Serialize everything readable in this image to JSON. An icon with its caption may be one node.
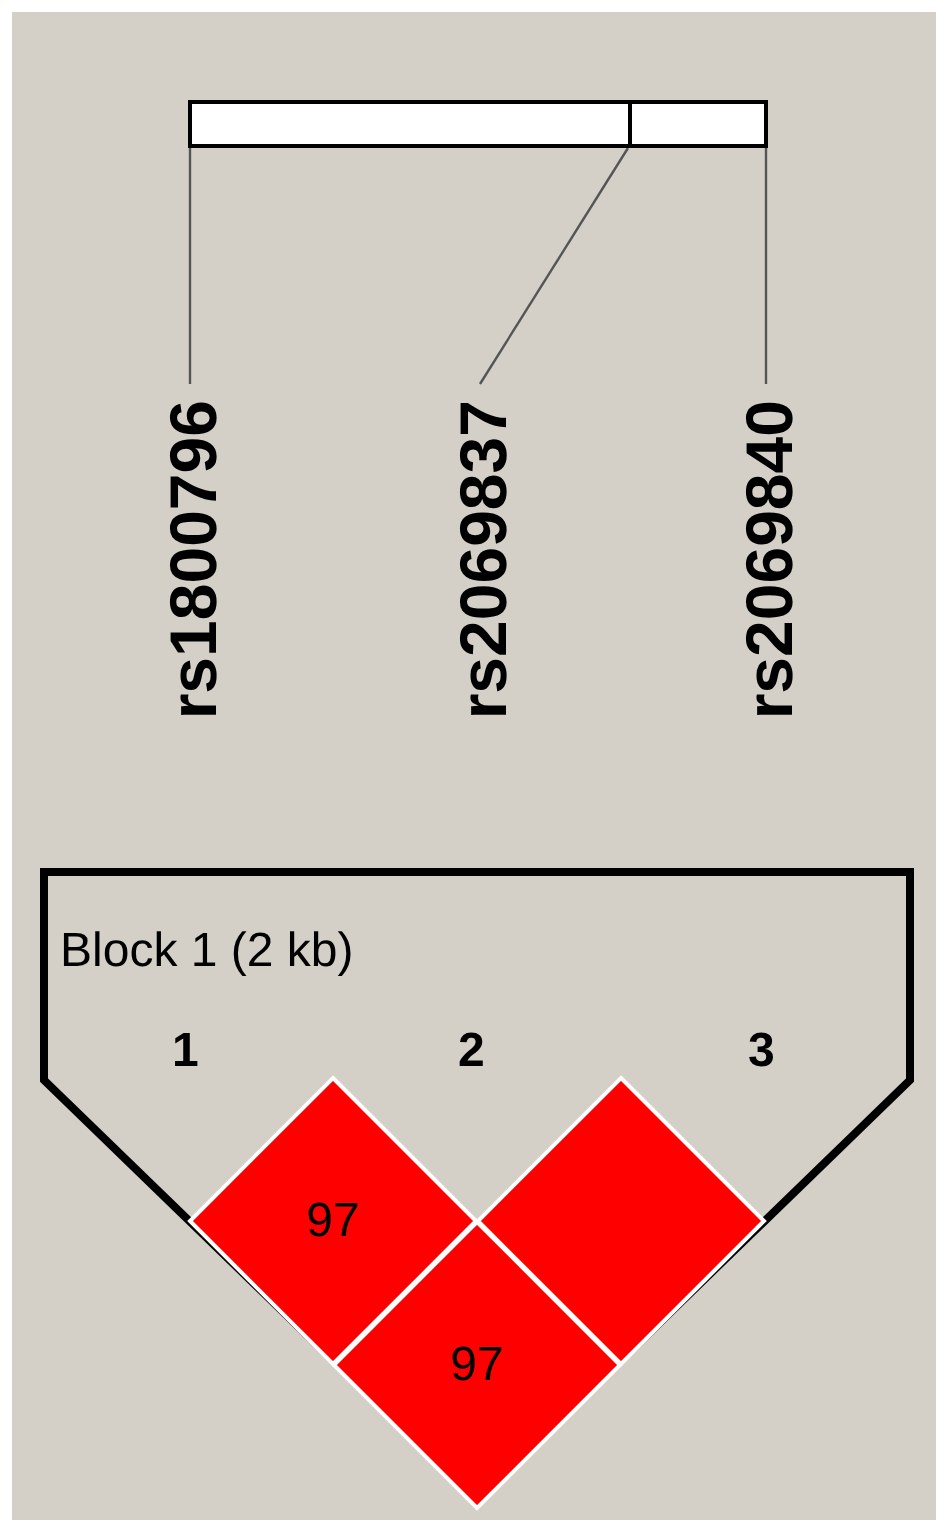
{
  "diagram": {
    "nodes": [
      {
        "text": [],
        "shape": "bar"
      },
      {
        "text": [
          "rs1800796"
        ]
      },
      {
        "text": [
          "rs2069837"
        ]
      },
      {
        "text": [
          "rs2069840"
        ]
      },
      {
        "text": [
          "Block 1 (2 kb)"
        ]
      },
      {
        "text": [
          "97"
        ],
        "in": 4
      },
      {
        "text": [],
        "shape": "diamond",
        "in": 4
      },
      {
        "text": [
          "97"
        ],
        "in": 4
      }
    ],
    "edges": [
      {
        "from": 0,
        "to": 1,
        "arrow": "none"
      },
      {
        "from": 0,
        "to": 2,
        "arrow": "none"
      },
      {
        "from": 0,
        "to": 3,
        "arrow": "none"
      }
    ],
    "labels": [
      "1",
      "2",
      "3"
    ]
  }
}
